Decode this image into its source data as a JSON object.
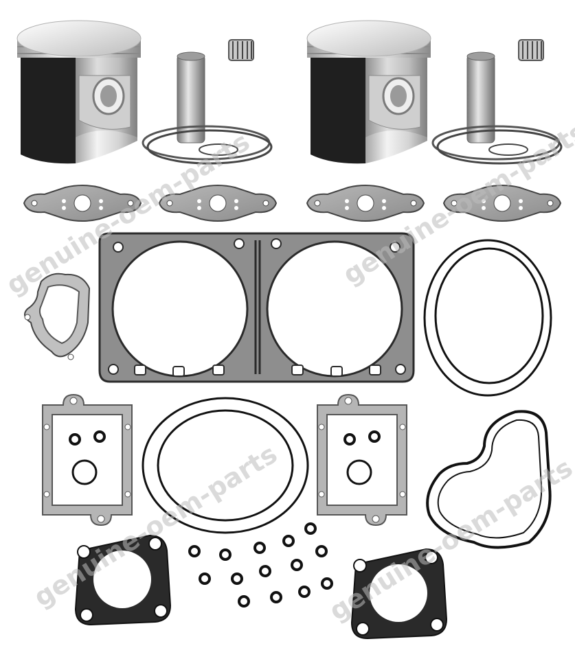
{
  "watermark": {
    "text": "genuine-oem-parts",
    "color": "#bdbdbd"
  },
  "colors": {
    "background": "#ffffff",
    "piston_metal": "#d9d9d9",
    "piston_coating": "#1e1e1e",
    "gasket_fill": "#9a9a9a",
    "gasket_edge": "#3a3a3a",
    "oring": "#111111"
  },
  "parts": {
    "pistons": 2,
    "piston_pins": 2,
    "needle_bearings": 2,
    "ring_sets": 2,
    "manifold_gaskets": 4,
    "cylinder_base_gasket": 1,
    "water_cover_gasket": 1,
    "large_orings": 2,
    "exhaust_valve_gaskets": 2,
    "exhaust_flange_gaskets": 2,
    "intake_cover_gasket": 1,
    "small_orings": 14
  }
}
